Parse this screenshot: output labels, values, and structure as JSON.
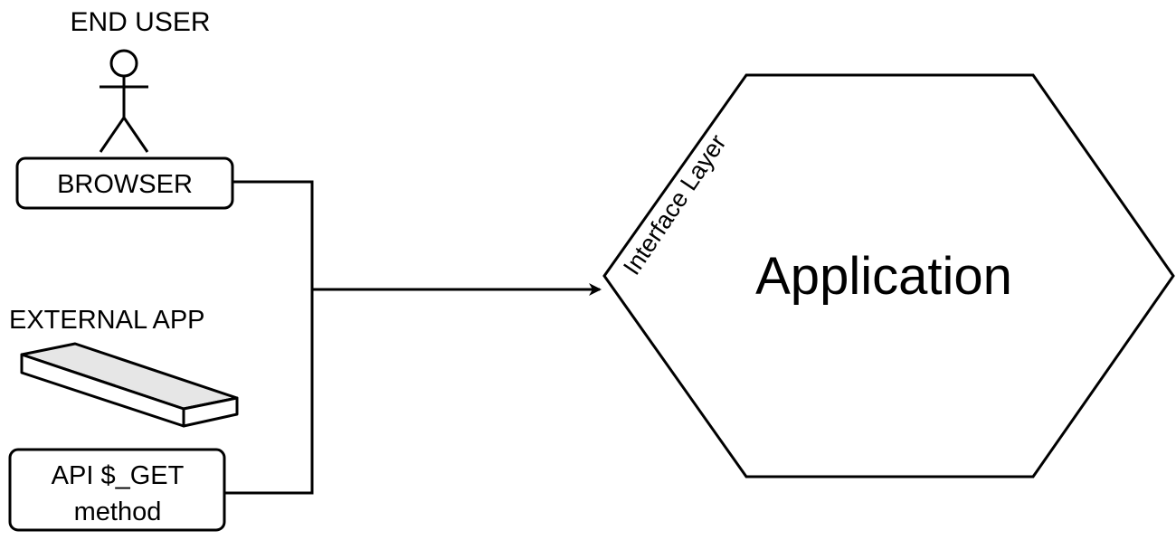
{
  "end_user": {
    "label": "END USER"
  },
  "browser": {
    "label": "BROWSER"
  },
  "external_app": {
    "label": "EXTERNAL APP"
  },
  "api": {
    "line1": "API $_GET",
    "line2": "method"
  },
  "application": {
    "label": "Application",
    "layer_label": "Interface Layer"
  },
  "colors": {
    "stroke": "#000000",
    "box_top_fill": "#e8e8e8",
    "background": "#ffffff"
  }
}
